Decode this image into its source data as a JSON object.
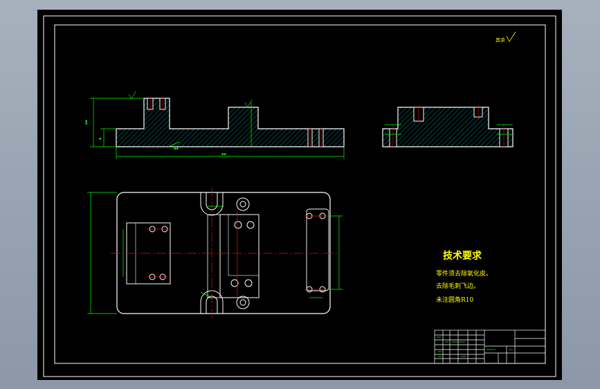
{
  "drawing": {
    "roughness_note": "其余",
    "notes_title": "技术要求",
    "notes": [
      "零件须去除氧化皮。",
      "去除毛刺飞边。",
      "未注圆角R10"
    ],
    "colors": {
      "background": "#000000",
      "outline": "#ffffff",
      "dimension": "#00ff00",
      "hatch": "#00c8c8",
      "centerline": "#ff0000",
      "notes_text": "#ffff00"
    }
  }
}
